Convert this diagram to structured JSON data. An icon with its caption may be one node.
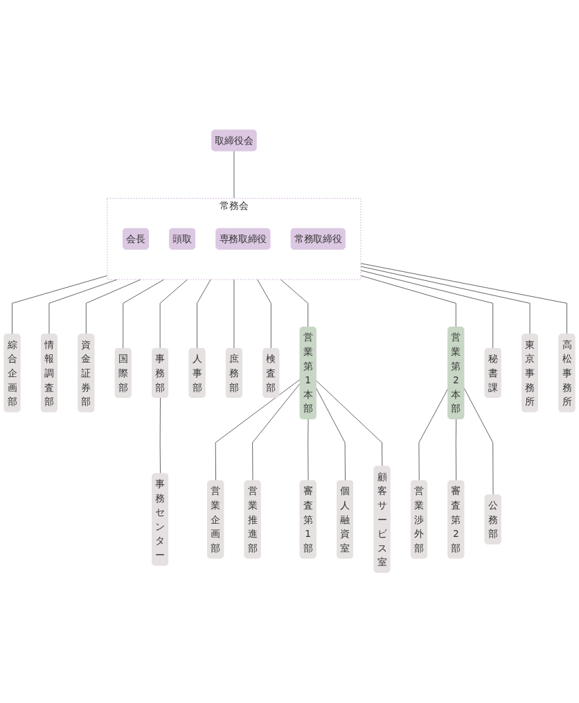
{
  "diagram": {
    "nodes": [
      {
        "text": [
          "取締役会"
        ]
      },
      {
        "text": [
          "常務会"
        ]
      },
      {
        "text": [
          "会長"
        ],
        "in": 1
      },
      {
        "text": [
          "頭取"
        ],
        "in": 1
      },
      {
        "text": [
          "専務取締役"
        ],
        "in": 1
      },
      {
        "text": [
          "常務取締役"
        ],
        "in": 1
      },
      {
        "text": [
          "綜合企画部"
        ]
      },
      {
        "text": [
          "情報調査部"
        ]
      },
      {
        "text": [
          "資金証券部"
        ]
      },
      {
        "text": [
          "国際部"
        ]
      },
      {
        "text": [
          "事務部"
        ]
      },
      {
        "text": [
          "事務センター"
        ]
      },
      {
        "text": [
          "人事部"
        ]
      },
      {
        "text": [
          "庶務部"
        ]
      },
      {
        "text": [
          "検査部"
        ]
      },
      {
        "text": [
          "営業第1本部"
        ]
      },
      {
        "text": [
          "営業企画部"
        ]
      },
      {
        "text": [
          "営業推進部"
        ]
      },
      {
        "text": [
          "審査第1部"
        ]
      },
      {
        "text": [
          "個人融資室"
        ]
      },
      {
        "text": [
          "顧客サービス室"
        ]
      },
      {
        "text": [
          "営業第2本部"
        ]
      },
      {
        "text": [
          "営業渉外部"
        ]
      },
      {
        "text": [
          "審査第2部"
        ]
      },
      {
        "text": [
          "公務部"
        ]
      },
      {
        "text": [
          "秘書課"
        ]
      },
      {
        "text": [
          "東京事務所"
        ]
      },
      {
        "text": [
          "高松事務所"
        ]
      }
    ],
    "edges": [
      {
        "from": 0,
        "to": 1,
        "arrow": "none"
      },
      {
        "from": 1,
        "to": 6,
        "arrow": "none"
      },
      {
        "from": 1,
        "to": 7,
        "arrow": "none"
      },
      {
        "from": 1,
        "to": 8,
        "arrow": "none"
      },
      {
        "from": 1,
        "to": 9,
        "arrow": "none"
      },
      {
        "from": 1,
        "to": 10,
        "arrow": "none"
      },
      {
        "from": 10,
        "to": 11,
        "arrow": "none"
      },
      {
        "from": 1,
        "to": 12,
        "arrow": "none"
      },
      {
        "from": 1,
        "to": 13,
        "arrow": "none"
      },
      {
        "from": 1,
        "to": 14,
        "arrow": "none"
      },
      {
        "from": 1,
        "to": 15,
        "arrow": "none"
      },
      {
        "from": 15,
        "to": 16,
        "arrow": "none"
      },
      {
        "from": 15,
        "to": 17,
        "arrow": "none"
      },
      {
        "from": 15,
        "to": 18,
        "arrow": "none"
      },
      {
        "from": 15,
        "to": 19,
        "arrow": "none"
      },
      {
        "from": 15,
        "to": 20,
        "arrow": "none"
      },
      {
        "from": 1,
        "to": 21,
        "arrow": "none"
      },
      {
        "from": 21,
        "to": 22,
        "arrow": "none"
      },
      {
        "from": 21,
        "to": 23,
        "arrow": "none"
      },
      {
        "from": 21,
        "to": 24,
        "arrow": "none"
      },
      {
        "from": 1,
        "to": 25,
        "arrow": "none"
      },
      {
        "from": 1,
        "to": 26,
        "arrow": "none"
      },
      {
        "from": 1,
        "to": 27,
        "arrow": "none"
      }
    ]
  }
}
